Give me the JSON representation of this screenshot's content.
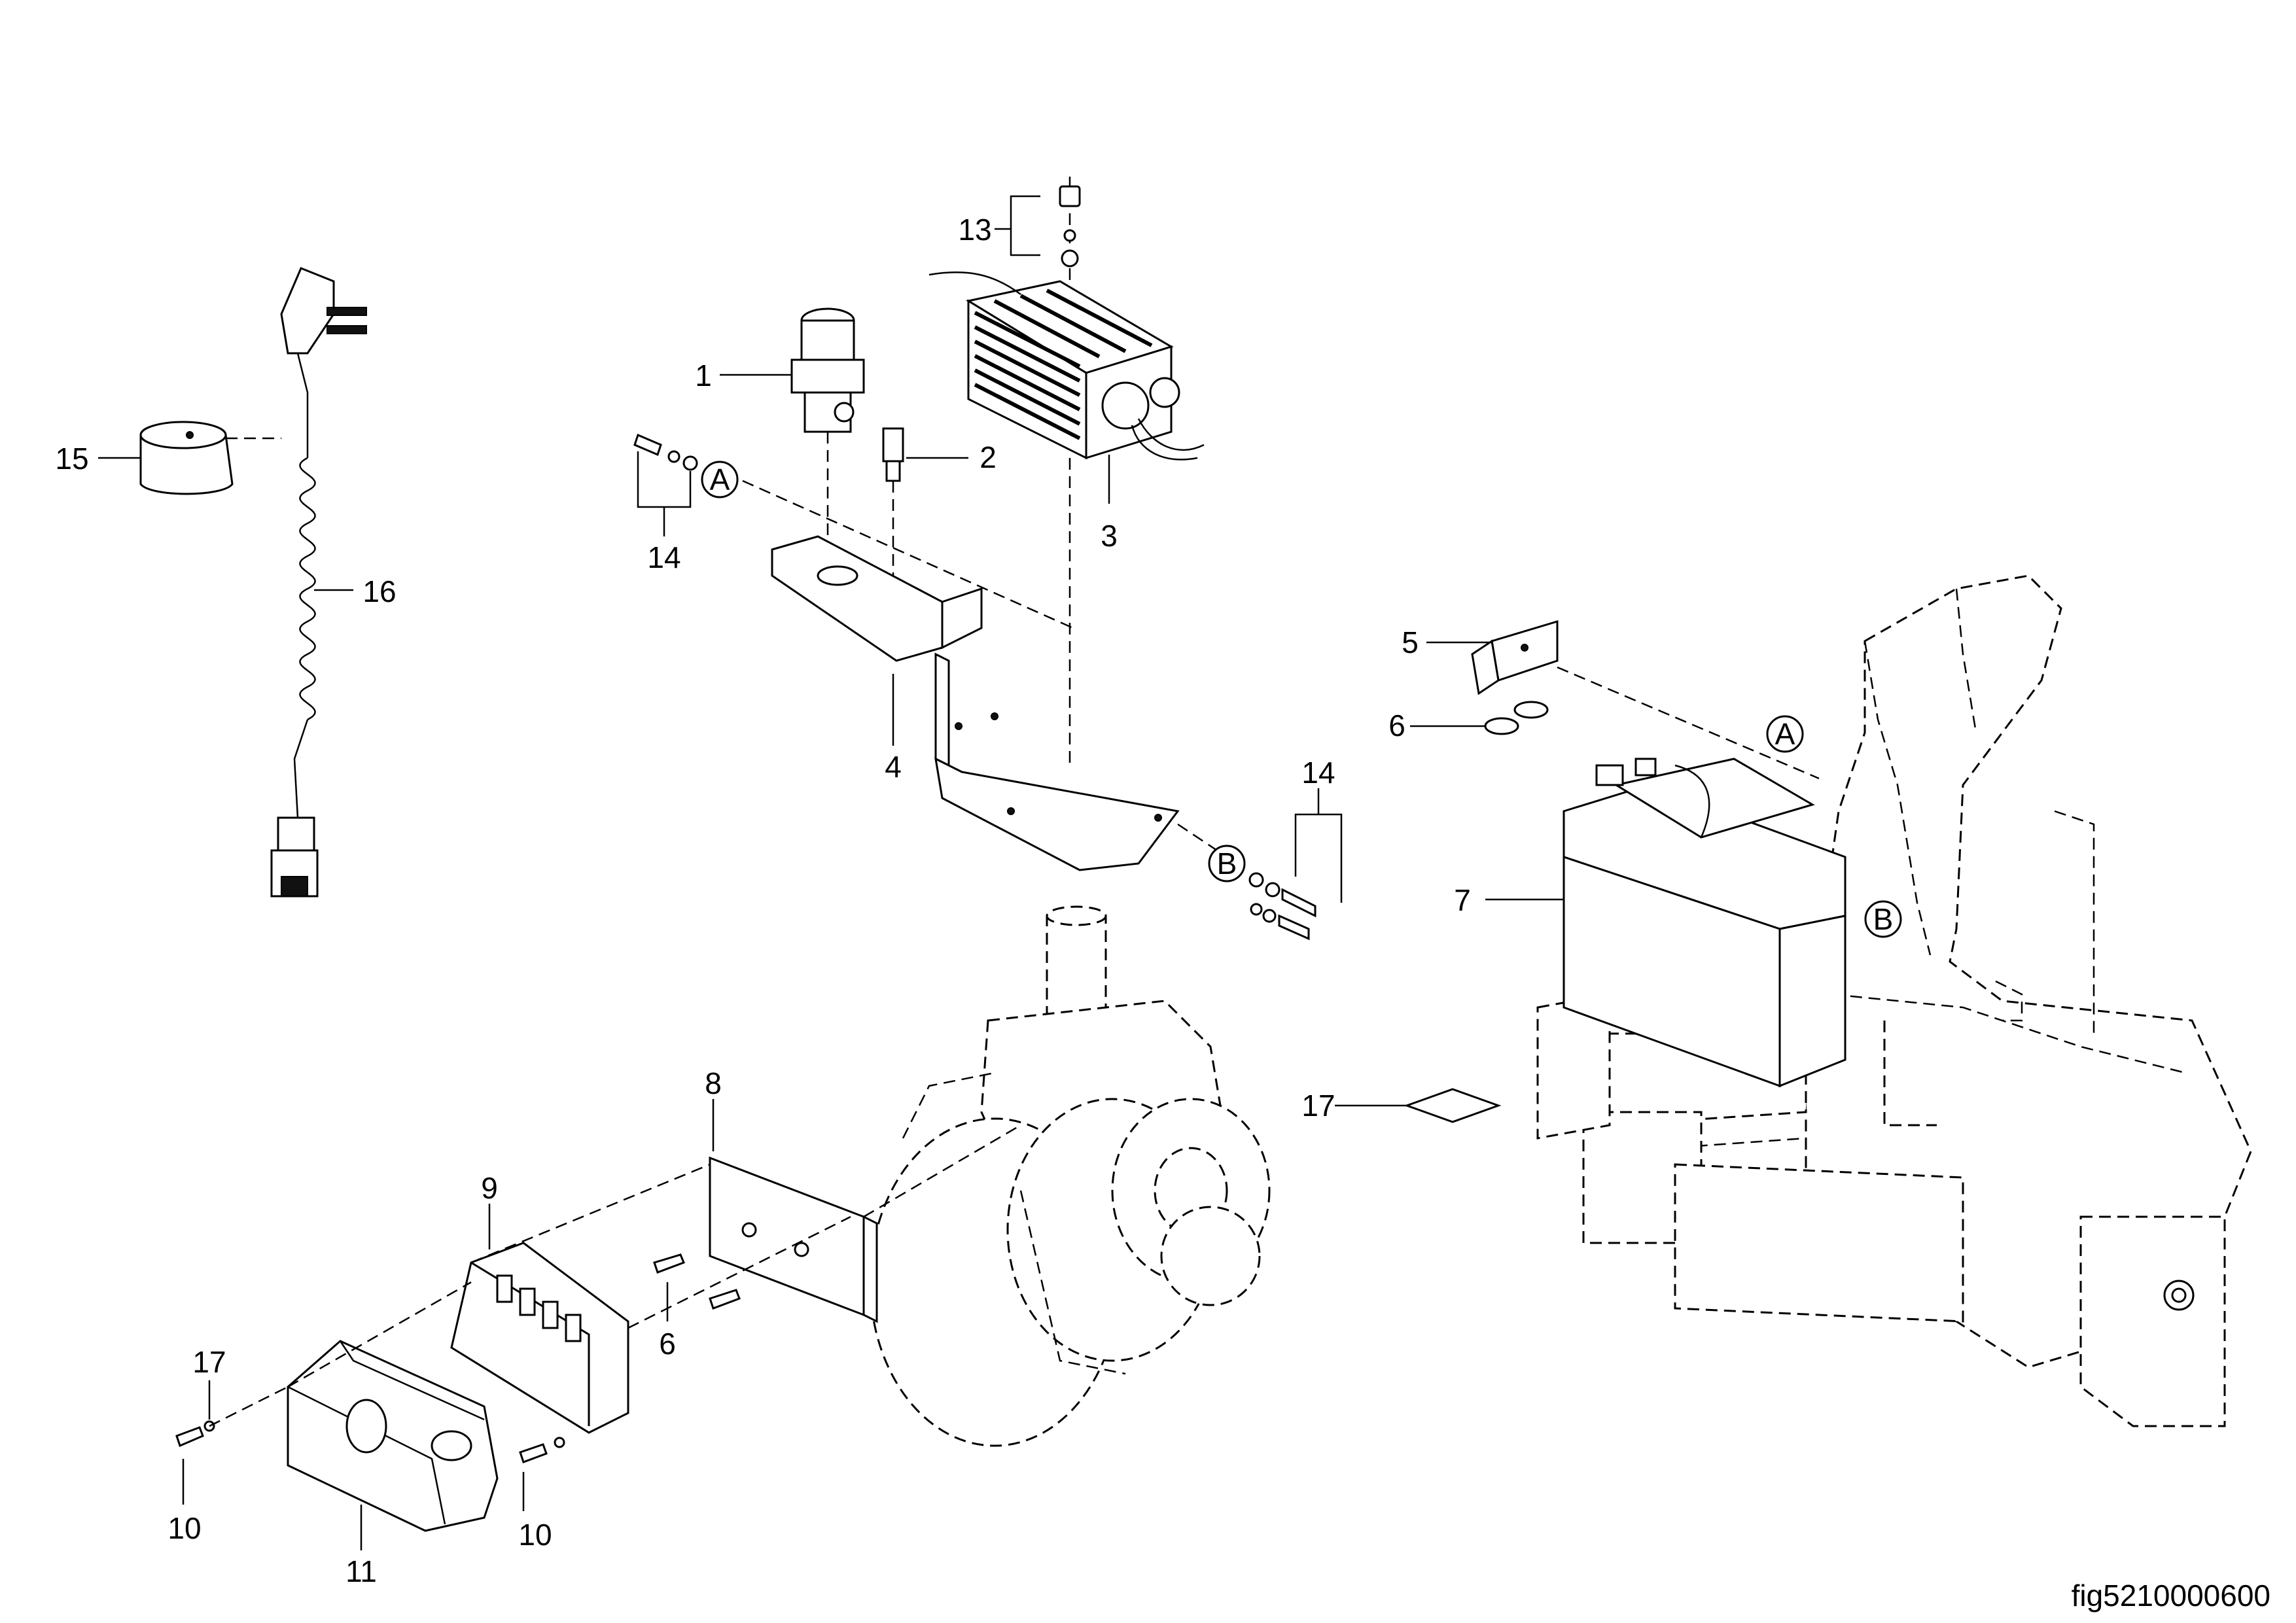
{
  "figure_id": "fig5210000600",
  "callouts": {
    "c1": "1",
    "c2": "2",
    "c3": "3",
    "c4": "4",
    "c5": "5",
    "c6a": "6",
    "c6b": "6",
    "c7": "7",
    "c8": "8",
    "c9": "9",
    "c10a": "10",
    "c10b": "10",
    "c11": "11",
    "c13": "13",
    "c14a": "14",
    "c14b": "14",
    "c15": "15",
    "c16": "16",
    "c17a": "17",
    "c17b": "17"
  },
  "reference_markers": {
    "a1": "A",
    "a2": "A",
    "b1": "B",
    "b2": "B"
  }
}
